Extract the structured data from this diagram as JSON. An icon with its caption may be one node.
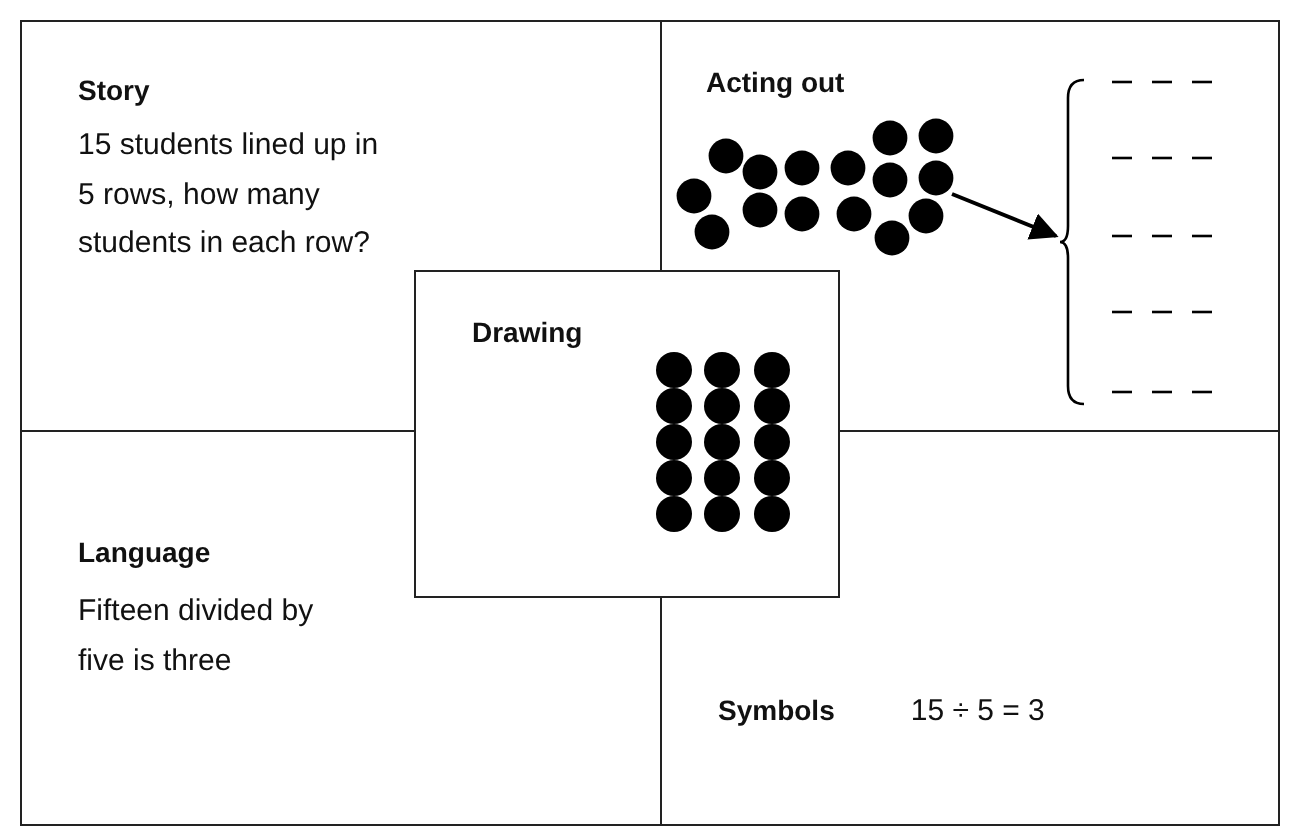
{
  "diagram": {
    "nodes": [
      {
        "text": [
          "Story",
          "15 students lined up in 5 rows, how many students in each row?"
        ]
      },
      {
        "text": [
          "Acting out"
        ]
      },
      {
        "text": [
          "Language",
          "Fifteen divided by five is three"
        ]
      },
      {
        "text": [
          "Symbols",
          "15 ÷ 5 = 3"
        ]
      },
      {
        "text": [
          "Drawing"
        ]
      },
      {
        "text": [],
        "shape": "picture",
        "in": 1
      },
      {
        "text": [],
        "shape": "picture",
        "in": 1
      }
    ],
    "edges": [
      {
        "from": 5,
        "to": 6,
        "arrow": "to"
      }
    ]
  }
}
